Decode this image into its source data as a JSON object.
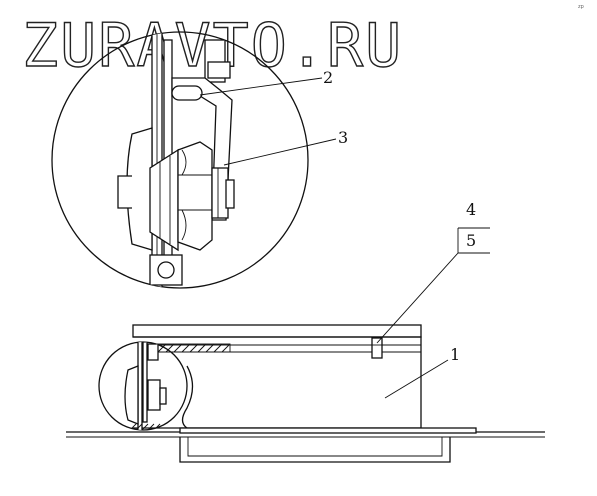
{
  "watermark": {
    "text": "ZURAVTO.RU",
    "corner_mark": "zp"
  },
  "callouts": [
    {
      "id": "1",
      "label": "1"
    },
    {
      "id": "2",
      "label": "2"
    },
    {
      "id": "3",
      "label": "3"
    },
    {
      "id": "4",
      "label": "4"
    },
    {
      "id": "5",
      "label": "5"
    }
  ]
}
